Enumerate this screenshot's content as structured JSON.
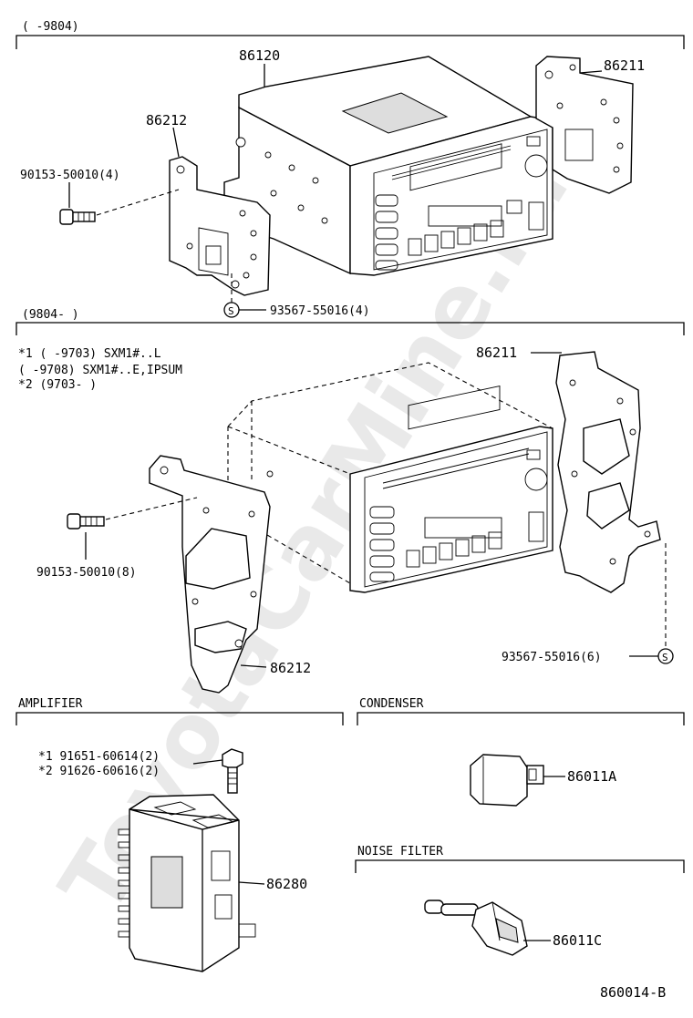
{
  "watermark": "ToyotaCarMine.ru",
  "sections": {
    "top": {
      "header": "(     -9804)"
    },
    "middle": {
      "header": "(9804-      )",
      "notes": [
        "*1 (     -9703) SXM1#..L",
        "   (     -9708) SXM1#..E,IPSUM",
        "*2 (9703-      )"
      ]
    },
    "amplifier": {
      "header": "AMPLIFIER"
    },
    "condenser": {
      "header": "CONDENSER"
    },
    "noise_filter": {
      "header": "NOISE FILTER"
    }
  },
  "part_labels": {
    "top_radio": "86120",
    "top_right_bracket": "86211",
    "top_left_bracket": "86212",
    "top_bolt": "90153-50010(4)",
    "top_screw": "93567-55016(4)",
    "mid_right_bracket": "86211",
    "mid_bolt": "90153-50010(8)",
    "mid_left_bracket": "86212",
    "mid_screw": "93567-55016(6)",
    "amp_bolt_1": "*1 91651-60614(2)",
    "amp_bolt_2": "*2 91626-60616(2)",
    "amplifier": "86280",
    "condenser": "86011A",
    "noise_filter": "86011C"
  },
  "screw_symbol": "S",
  "diagram_code": "860014-B"
}
